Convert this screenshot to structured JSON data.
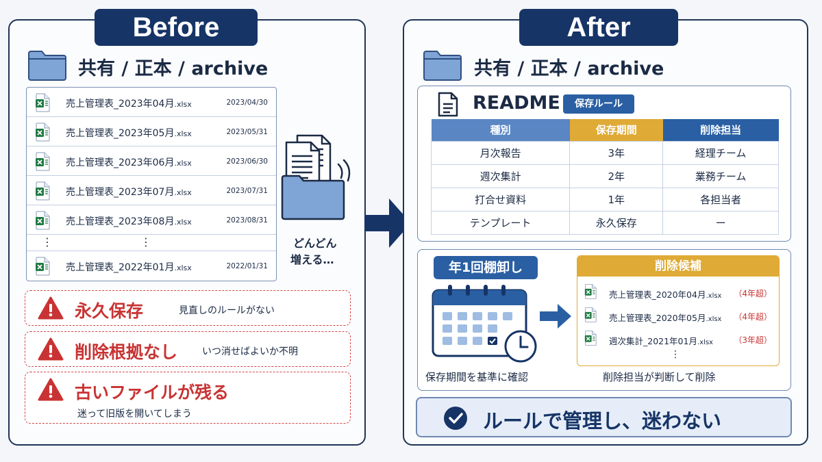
{
  "before": {
    "tab_label": "Before",
    "path": "共有 / 正本 / archive",
    "files": [
      {
        "name": "売上管理表_2023年04月",
        "ext": ".xlsx",
        "date": "2023/04/30"
      },
      {
        "name": "売上管理表_2023年05月",
        "ext": ".xlsx",
        "date": "2023/05/31"
      },
      {
        "name": "売上管理表_2023年06月",
        "ext": ".xlsx",
        "date": "2023/06/30"
      },
      {
        "name": "売上管理表_2023年07月",
        "ext": ".xlsx",
        "date": "2023/07/31"
      },
      {
        "name": "売上管理表_2023年08月",
        "ext": ".xlsx",
        "date": "2023/08/31"
      },
      {
        "name": "売上管理表_2022年01月",
        "ext": ".xlsx",
        "date": "2022/01/31"
      }
    ],
    "ellipsis": "⋮",
    "growing_line1": "どんどん",
    "growing_line2": "増える…",
    "warnings": [
      {
        "title": "永久保存",
        "desc": "見直しのルールがない"
      },
      {
        "title": "削除根拠なし",
        "desc": "いつ消せばよいか不明"
      },
      {
        "title": "古いファイルが残る",
        "desc": "迷って旧版を開いてしまう"
      }
    ]
  },
  "after": {
    "tab_label": "After",
    "path": "共有 / 正本 / archive",
    "readme": {
      "title": "README",
      "badge": "保存ルール",
      "headers": [
        "種別",
        "保存期間",
        "削除担当"
      ],
      "rows": [
        [
          "月次報告",
          "3年",
          "経理チーム"
        ],
        [
          "週次集計",
          "2年",
          "業務チーム"
        ],
        [
          "打合せ資料",
          "1年",
          "各担当者"
        ],
        [
          "テンプレート",
          "永久保存",
          "ー"
        ]
      ]
    },
    "inventory_label": "年1回棚卸し",
    "inventory_caption": "保存期間を基準に確認",
    "deletion": {
      "title": "削除候補",
      "items": [
        {
          "name": "売上管理表_2020年04月",
          "ext": ".xlsx",
          "note": "（4年超）"
        },
        {
          "name": "売上管理表_2020年05月",
          "ext": ".xlsx",
          "note": "（4年超）"
        },
        {
          "name": "週次集計_2021年01月",
          "ext": ".xlsx",
          "note": "（3年超）"
        }
      ],
      "ellipsis": "⋮",
      "caption": "削除担当が判断して削除"
    },
    "conclusion": "ルールで管理し、迷わない"
  },
  "colors": {
    "navy": "#163466",
    "warning_red": "#c93333",
    "gold": "#dfaa35",
    "blue": "#2a5fa3",
    "excel_green": "#1f7a43"
  }
}
